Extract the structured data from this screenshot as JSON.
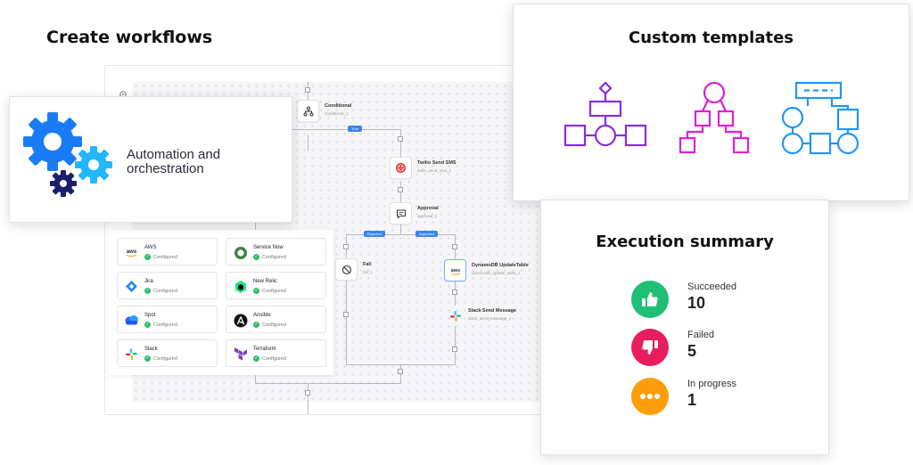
{
  "sections": {
    "create_workflows": "Create workflows",
    "custom_templates": "Custom templates",
    "execution_summary": "Execution summary"
  },
  "automation": {
    "line1": "Automation and",
    "line2": "orchestration",
    "icon": "gears-icon"
  },
  "workflow": {
    "branches": {
      "left": "True",
      "approval_left": "Rejected",
      "approval_right": "Approved"
    },
    "nodes": {
      "conditional": {
        "label": "Conditional",
        "sub": "conditional_1",
        "icon": "branch-icon"
      },
      "twilio": {
        "label": "Twilio Send SMS",
        "sub": "twilio_send_sms_1",
        "icon": "twilio-icon"
      },
      "approval": {
        "label": "Approval",
        "sub": "approval_1",
        "icon": "chat-icon"
      },
      "fail": {
        "label": "Fail",
        "sub": "fail_1",
        "icon": "block-icon"
      },
      "dynamodb": {
        "label": "DynamoDB UpdateTable",
        "sub": "dynamodb_update_table_1",
        "icon": "aws-icon"
      },
      "slack": {
        "label": "Slack Send Message",
        "sub": "slack_send_message_1",
        "icon": "slack-icon"
      }
    }
  },
  "integrations": [
    {
      "name": "AWS",
      "status": "Configured",
      "icon": "aws-logo"
    },
    {
      "name": "Service Now",
      "status": "Configured",
      "icon": "servicenow-logo"
    },
    {
      "name": "Jira",
      "status": "Configured",
      "icon": "jira-logo"
    },
    {
      "name": "New Relic",
      "status": "Configured",
      "icon": "newrelic-logo"
    },
    {
      "name": "Spot",
      "status": "Configured",
      "icon": "spot-logo"
    },
    {
      "name": "Ansible",
      "status": "Configured",
      "icon": "ansible-logo"
    },
    {
      "name": "Slack",
      "status": "Configured",
      "icon": "slack-logo"
    },
    {
      "name": "Terraform",
      "status": "Configured",
      "icon": "terraform-logo"
    }
  ],
  "templates": [
    {
      "icon": "template-flow-icon",
      "color": "#8a2be2"
    },
    {
      "icon": "template-tree-icon",
      "color": "#e01fd5"
    },
    {
      "icon": "template-branch-icon",
      "color": "#2196f3"
    }
  ],
  "summary": [
    {
      "label": "Succeeded",
      "value": "10",
      "color": "#1fbf76",
      "icon": "thumbs-up-icon"
    },
    {
      "label": "Failed",
      "value": "5",
      "color": "#e81e5c",
      "icon": "thumbs-down-icon"
    },
    {
      "label": "In progress",
      "value": "1",
      "color": "#ff9d0a",
      "icon": "ellipsis-icon"
    }
  ]
}
